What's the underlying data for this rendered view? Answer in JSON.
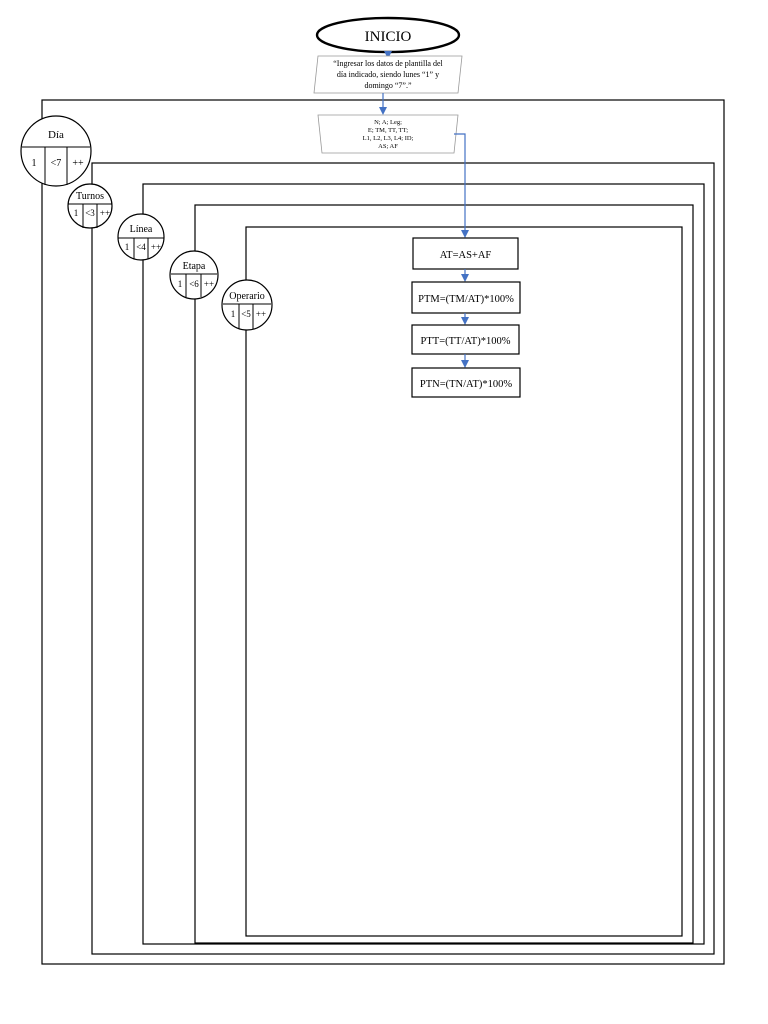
{
  "start": {
    "label": "INICIO"
  },
  "input_note": {
    "lines": [
      "“Ingresar los datos de plantilla del",
      "día indicado, siendo lunes “1” y",
      "domingo “7”.”"
    ]
  },
  "input_vars": {
    "lines": [
      "N; A; Leg;",
      "E; TM, TT, TT;",
      "L1, L2, L3, L4; ID;",
      "AS; AF"
    ]
  },
  "loops": [
    {
      "name": "Día",
      "init": "1",
      "cond": "<7",
      "step": "++"
    },
    {
      "name": "Turnos",
      "init": "1",
      "cond": "<3",
      "step": "++"
    },
    {
      "name": "Línea",
      "init": "1",
      "cond": "<4",
      "step": "++"
    },
    {
      "name": "Etapa",
      "init": "1",
      "cond": "<6",
      "step": "++"
    },
    {
      "name": "Operario",
      "init": "1",
      "cond": "<5",
      "step": "++"
    }
  ],
  "processes": [
    {
      "label": "AT=AS+AF"
    },
    {
      "label": "PTM=(TM/AT)*100%"
    },
    {
      "label": "PTT=(TT/AT)*100%"
    },
    {
      "label": "PTN=(TN/AT)*100%"
    }
  ],
  "colors": {
    "flow_arrow": "#4472c4",
    "io_border": "#999999",
    "stroke": "#000000"
  }
}
